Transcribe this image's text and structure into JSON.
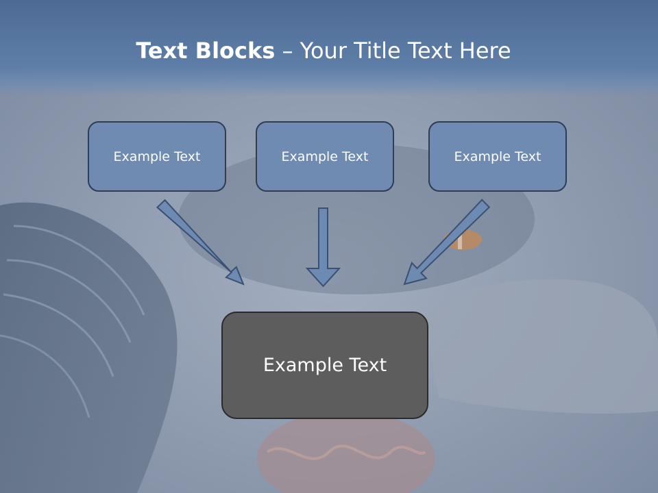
{
  "slide": {
    "title_bold": "Text Blocks",
    "title_dash": " – ",
    "title_rest": "Your Title Text Here",
    "blocks": [
      {
        "label": "Example Text"
      },
      {
        "label": "Example Text"
      },
      {
        "label": "Example Text"
      }
    ],
    "main_block": {
      "label": "Example Text"
    }
  },
  "colors": {
    "title_band": "#5e7ea8",
    "small_box_fill": "#6f8bb2",
    "main_box_fill": "#5d5d5d",
    "arrow_fill": "#6d8ab2"
  }
}
